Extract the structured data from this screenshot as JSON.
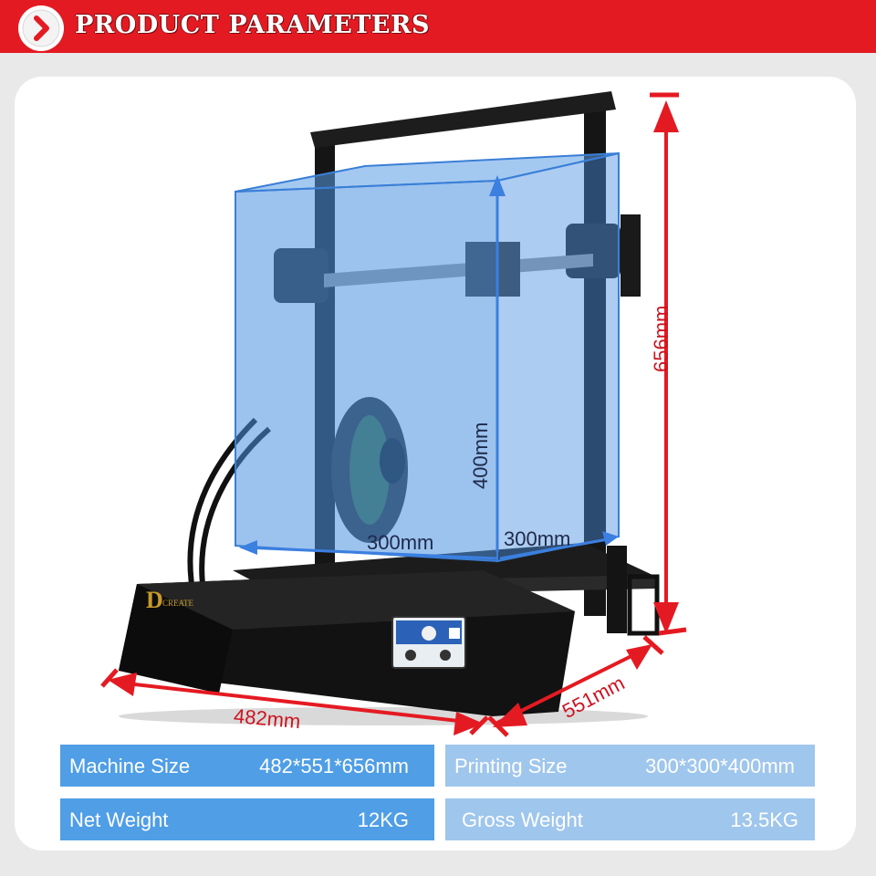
{
  "header": {
    "title": "PRODUCT PARAMETERS",
    "icon": "chevron-right-icon",
    "bar_color": "#e41a22"
  },
  "product": {
    "brand_logo_text": "CREATE",
    "screen_icons": [
      "play-icon",
      "tools-icon"
    ]
  },
  "dimensions": {
    "height": "656mm",
    "width": "482mm",
    "depth": "551mm",
    "arrow_color": "#e41a22"
  },
  "build_volume": {
    "height": "400mm",
    "width": "300mm",
    "depth": "300mm",
    "color": "#4a8fe0"
  },
  "specs": [
    {
      "label": "Machine Size",
      "value": "482*551*656mm"
    },
    {
      "label": "Printing Size",
      "value": "300*300*400mm"
    },
    {
      "label": "Net Weight",
      "value": "12KG"
    },
    {
      "label": "Gross Weight",
      "value": "13.5KG"
    }
  ]
}
